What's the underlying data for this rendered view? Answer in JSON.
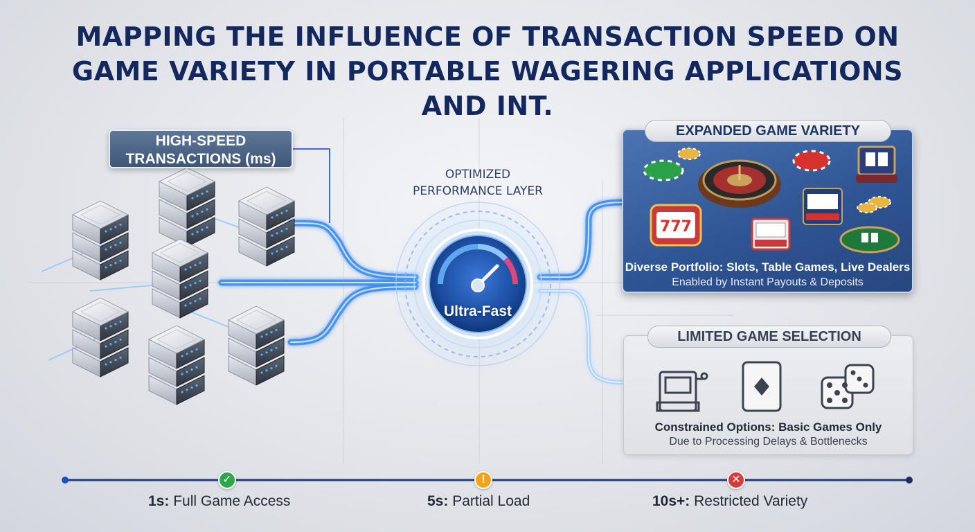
{
  "title": {
    "line1": "MAPPING THE INFLUENCE OF TRANSACTION SPEED ON",
    "line2": "GAME VARIETY IN PORTABLE WAGERING APPLICATIONS",
    "line3": "AND INT."
  },
  "left_box": {
    "line1": "HIGH-SPEED",
    "line2": "TRANSACTIONS (ms)"
  },
  "center": {
    "label_line1": "OPTIMIZED",
    "label_line2": "PERFORMANCE LAYER",
    "gauge_text": "Ultra-Fast"
  },
  "expanded": {
    "heading": "EXPANDED GAME VARIETY",
    "line1": "Diverse Portfolio: Slots, Table Games, Live Dealers",
    "line2": "Enabled by Instant Payouts & Deposits",
    "slot_symbols": "777"
  },
  "limited": {
    "heading": "LIMITED GAME SELECTION",
    "line1": "Constrained Options: Basic Games Only",
    "line2": "Due to Processing Delays & Bottlenecks"
  },
  "timeline": [
    {
      "key": "1s:",
      "text": " Full Game Access",
      "status": "ok",
      "icon": "check-icon"
    },
    {
      "key": "5s:",
      "text": " Partial Load",
      "status": "warning",
      "icon": "exclamation-icon"
    },
    {
      "key": "10s+:",
      "text": " Restricted Variety",
      "status": "error",
      "icon": "x-icon"
    }
  ],
  "colors": {
    "title": "#13285e",
    "panel_blue": "#2f5595",
    "glow": "#3aa0ff",
    "ok": "#2fa64a",
    "warning": "#f2a316",
    "error": "#d93a3a"
  }
}
